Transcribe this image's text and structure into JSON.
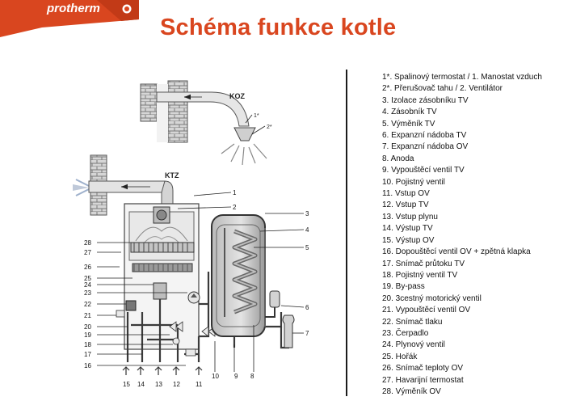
{
  "logo": {
    "text": "protherm"
  },
  "title": "Schéma funkce kotle",
  "diagram": {
    "labels": {
      "koz": "KOZ",
      "ktz": "KTZ",
      "koz_callout_1": "1*",
      "koz_callout_2": "2*"
    },
    "callouts": [
      "1",
      "2",
      "3",
      "4",
      "5",
      "6",
      "7",
      "8",
      "9",
      "10",
      "11",
      "12",
      "13",
      "14",
      "15",
      "16",
      "17",
      "18",
      "19",
      "20",
      "21",
      "22",
      "23",
      "24",
      "25",
      "26",
      "27",
      "28"
    ]
  },
  "legend": [
    "1*. Spalinový termostat / 1. Manostat vzduch",
    "2*. Přerušovač tahu / 2. Ventilátor",
    "3. Izolace zásobníku TV",
    "4. Zásobník TV",
    "5. Výměník TV",
    "6. Expanzní nádoba TV",
    "7. Expanzní nádoba OV",
    "8. Anoda",
    "9. Vypouštěcí ventil TV",
    "10. Pojistný ventil",
    "11. Vstup OV",
    "12. Vstup TV",
    "13. Vstup plynu",
    "14. Výstup TV",
    "15. Výstup OV",
    "16. Dopouštěcí ventil OV + zpětná klapka",
    "17. Snímač průtoku TV",
    "18. Pojistný ventil TV",
    "19. By-pass",
    "20. 3cestný motorický ventil",
    "21. Vypouštěcí ventil OV",
    "22. Snímač tlaku",
    "23. Čerpadlo",
    "24. Plynový ventil",
    "25. Hořák",
    "26. Snímač teploty OV",
    "27. Havarijní termostat",
    "28. Výměník OV"
  ]
}
